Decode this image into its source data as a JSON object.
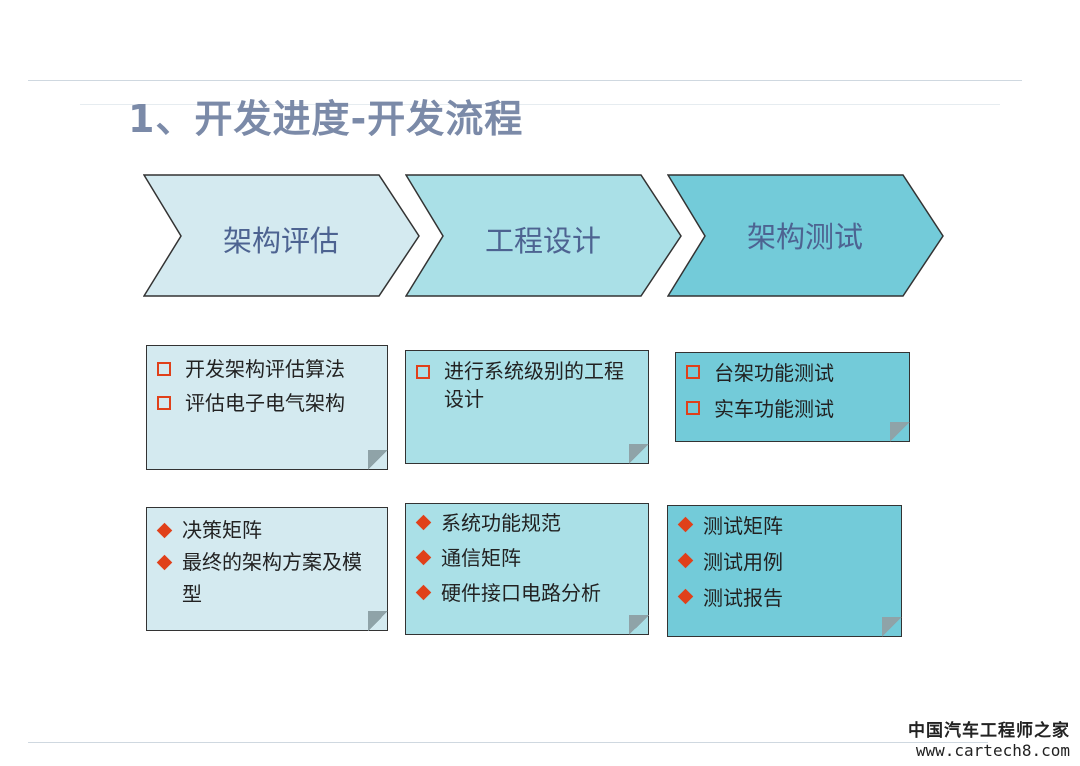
{
  "title": "1、开发进度-开发流程",
  "stages": [
    {
      "label": "架构评估",
      "color": "#d4eaf0"
    },
    {
      "label": "工程设计",
      "color": "#aae0e7"
    },
    {
      "label": "架构测试",
      "color": "#73cbd9"
    }
  ],
  "tasks": [
    [
      "开发架构评估算法",
      "评估电子电气架构"
    ],
    [
      "进行系统级别的工程设计"
    ],
    [
      "台架功能测试",
      "实车功能测试"
    ]
  ],
  "deliverables": [
    [
      "决策矩阵",
      "最终的架构方案及模型"
    ],
    [
      "系统功能规范",
      "通信矩阵",
      "硬件接口电路分析"
    ],
    [
      "测试矩阵",
      "测试用例",
      "测试报告"
    ]
  ],
  "watermark": {
    "name": "中国汽车工程师之家",
    "url": "www.cartech8.com"
  }
}
